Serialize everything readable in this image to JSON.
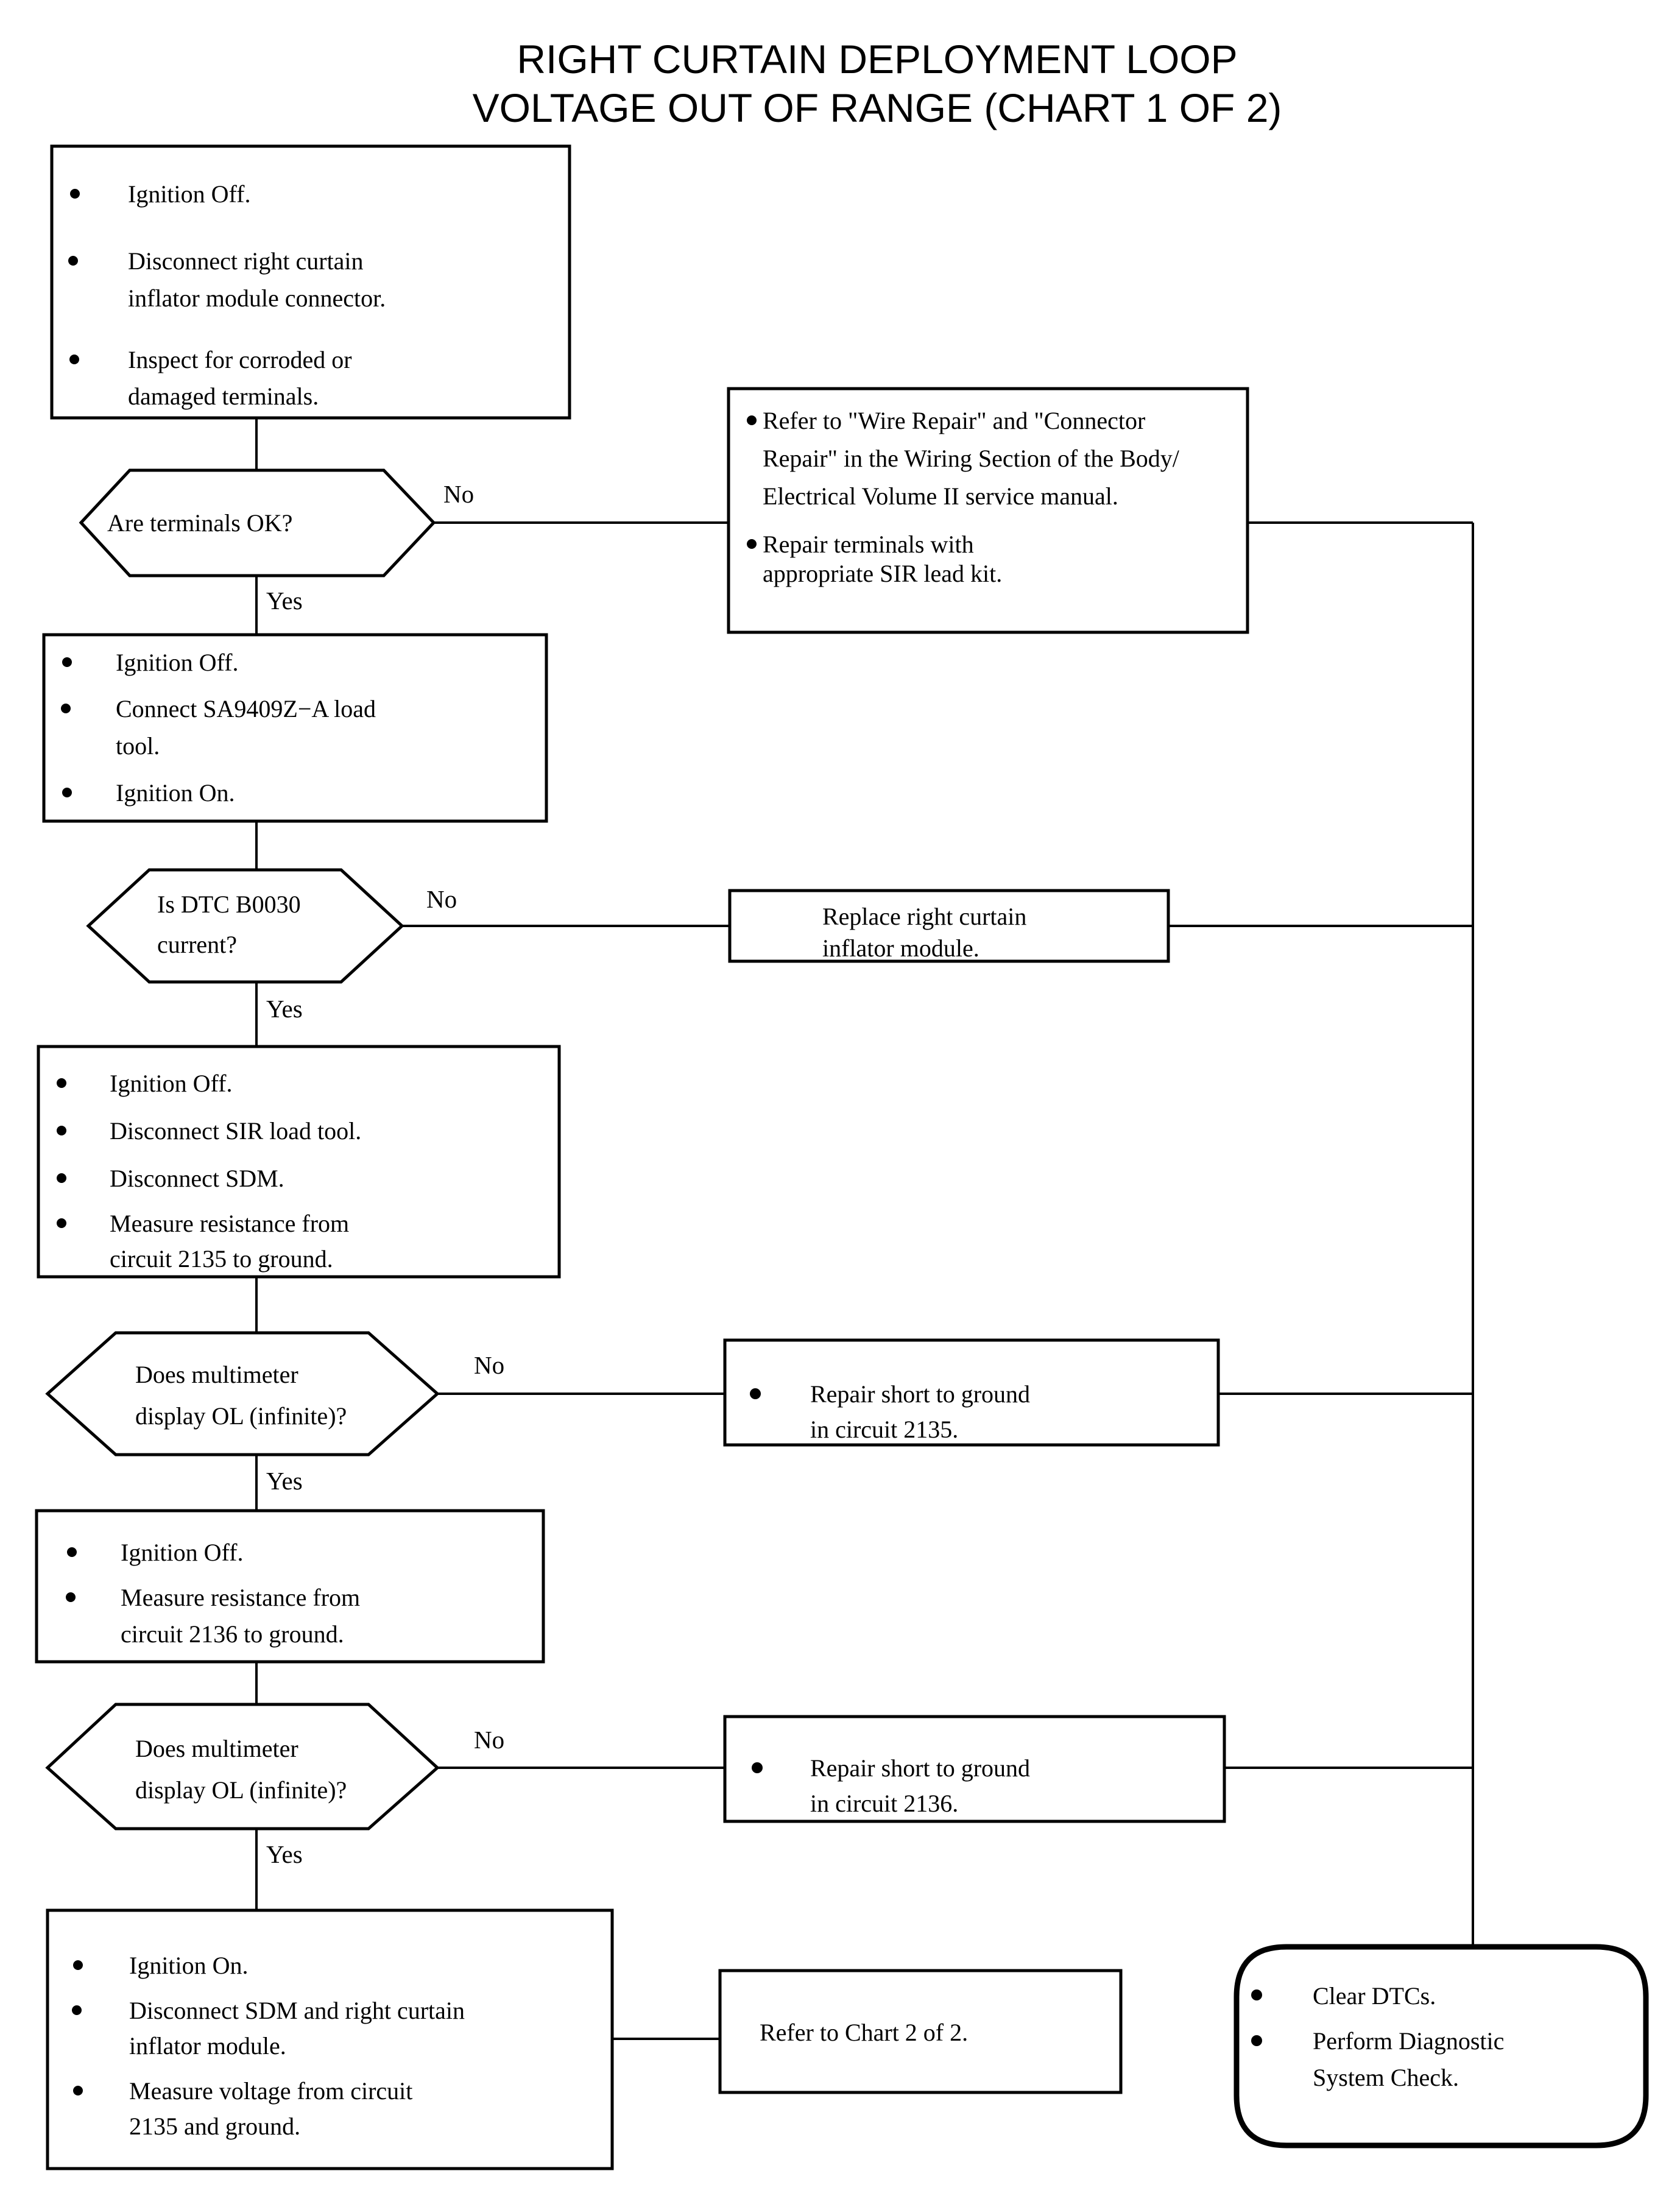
{
  "title": {
    "line1": "RIGHT CURTAIN DEPLOYMENT LOOP",
    "line2": "VOLTAGE OUT OF RANGE (CHART 1 OF 2)"
  },
  "branch_labels": {
    "no": "No",
    "yes": "Yes"
  },
  "colors": {
    "stroke": "#000000",
    "fill": "#ffffff",
    "text": "#000000"
  },
  "nodes": {
    "step1": {
      "type": "process",
      "bullets": [
        [
          "Ignition Off."
        ],
        [
          "Disconnect right curtain",
          "inflator module connector."
        ],
        [
          "Inspect for corroded or",
          "damaged terminals."
        ]
      ]
    },
    "decision1": {
      "type": "decision",
      "lines": [
        "Are terminals OK?"
      ]
    },
    "action1": {
      "type": "process",
      "bullets": [
        [
          "Refer to \"Wire Repair\" and \"Connector",
          "Repair\" in the Wiring Section of the Body/",
          "Electrical Volume II service manual."
        ],
        [
          "Repair terminals with",
          "appropriate SIR lead kit."
        ]
      ]
    },
    "step2": {
      "type": "process",
      "bullets": [
        [
          "Ignition Off."
        ],
        [
          "Connect SA9409Z−A load",
          "tool."
        ],
        [
          "Ignition On."
        ]
      ]
    },
    "decision2": {
      "type": "decision",
      "lines": [
        "Is DTC B0030",
        "current?"
      ]
    },
    "action2": {
      "type": "process",
      "lines": [
        "Replace right curtain",
        "inflator module."
      ]
    },
    "step3": {
      "type": "process",
      "bullets": [
        [
          "Ignition Off."
        ],
        [
          "Disconnect SIR load tool."
        ],
        [
          "Disconnect SDM."
        ],
        [
          "Measure resistance from",
          "circuit 2135 to ground."
        ]
      ]
    },
    "decision3": {
      "type": "decision",
      "lines": [
        "Does multimeter",
        "display OL (infinite)?"
      ]
    },
    "action3": {
      "type": "process",
      "bullets": [
        [
          "Repair short to ground",
          "in circuit 2135."
        ]
      ]
    },
    "step4": {
      "type": "process",
      "bullets": [
        [
          "Ignition Off."
        ],
        [
          "Measure resistance from",
          "circuit 2136 to ground."
        ]
      ]
    },
    "decision4": {
      "type": "decision",
      "lines": [
        "Does multimeter",
        "display OL (infinite)?"
      ]
    },
    "action4": {
      "type": "process",
      "bullets": [
        [
          "Repair short to ground",
          "in circuit 2136."
        ]
      ]
    },
    "step5": {
      "type": "process",
      "bullets": [
        [
          "Ignition On."
        ],
        [
          "Disconnect SDM and right curtain",
          "inflator module."
        ],
        [
          "Measure voltage from circuit",
          "2135 and ground."
        ]
      ]
    },
    "action5": {
      "type": "process",
      "lines": [
        "Refer to Chart 2 of 2."
      ]
    },
    "terminator": {
      "type": "terminator",
      "bullets": [
        [
          "Clear DTCs."
        ],
        [
          "Perform Diagnostic",
          "System Check."
        ]
      ]
    }
  }
}
